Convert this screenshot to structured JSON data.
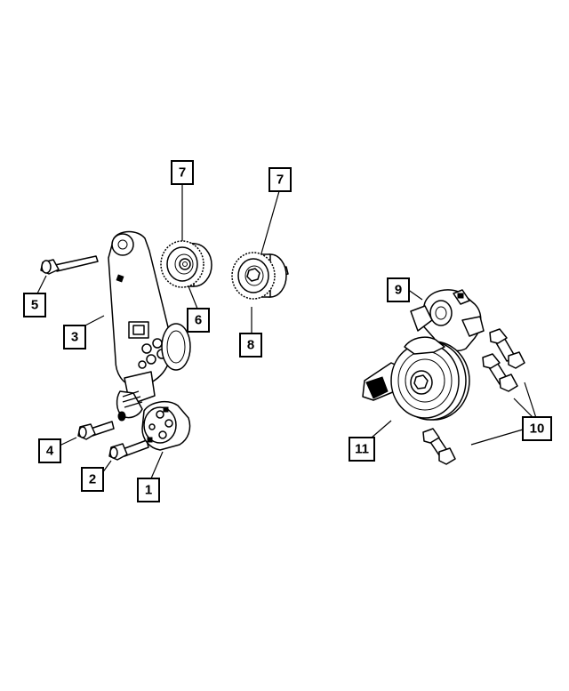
{
  "callouts": [
    {
      "id": "c1",
      "label": "1"
    },
    {
      "id": "c2",
      "label": "2"
    },
    {
      "id": "c3",
      "label": "3"
    },
    {
      "id": "c4",
      "label": "4"
    },
    {
      "id": "c5",
      "label": "5"
    },
    {
      "id": "c6",
      "label": "6"
    },
    {
      "id": "c7a",
      "label": "7"
    },
    {
      "id": "c7b",
      "label": "7"
    },
    {
      "id": "c8",
      "label": "8"
    },
    {
      "id": "c9",
      "label": "9"
    },
    {
      "id": "c10",
      "label": "10"
    },
    {
      "id": "c11",
      "label": "11"
    }
  ]
}
